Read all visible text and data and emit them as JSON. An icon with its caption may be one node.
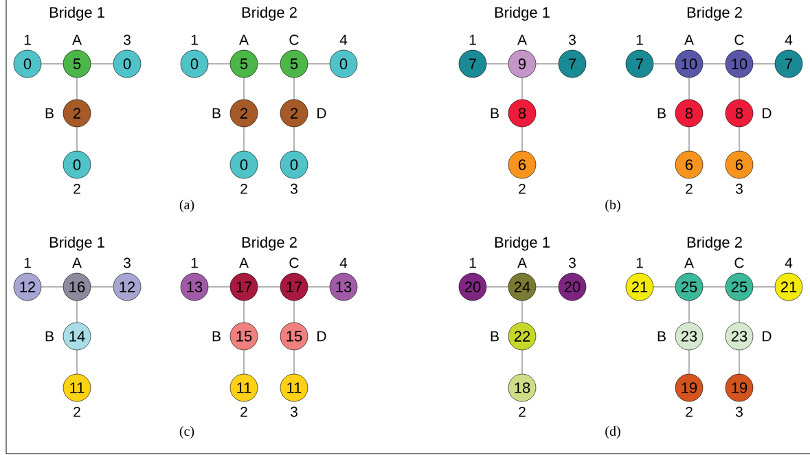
{
  "diagram": {
    "nodes": [
      {
        "text": [
          "0"
        ],
        "beside": [
          "1"
        ]
      },
      {
        "text": [
          "5"
        ],
        "beside": [
          "A"
        ]
      },
      {
        "text": [
          "0"
        ],
        "beside": [
          "3"
        ]
      },
      {
        "text": [
          "2"
        ],
        "beside": [
          "B"
        ]
      },
      {
        "text": [
          "0"
        ],
        "beside": [
          "2"
        ]
      },
      {
        "text": [
          "0"
        ],
        "beside": [
          "1"
        ]
      },
      {
        "text": [
          "5"
        ],
        "beside": [
          "A"
        ]
      },
      {
        "text": [
          "5"
        ],
        "beside": [
          "C"
        ]
      },
      {
        "text": [
          "0"
        ],
        "beside": [
          "4"
        ]
      },
      {
        "text": [
          "2"
        ],
        "beside": [
          "B"
        ]
      },
      {
        "text": [
          "2"
        ],
        "beside": [
          "D"
        ]
      },
      {
        "text": [
          "0"
        ],
        "beside": [
          "2"
        ]
      },
      {
        "text": [
          "0"
        ],
        "beside": [
          "3"
        ]
      },
      {
        "text": [
          "7"
        ],
        "beside": [
          "1"
        ]
      },
      {
        "text": [
          "9"
        ],
        "beside": [
          "A"
        ]
      },
      {
        "text": [
          "7"
        ],
        "beside": [
          "3"
        ]
      },
      {
        "text": [
          "8"
        ],
        "beside": [
          "B"
        ]
      },
      {
        "text": [
          "6"
        ],
        "beside": [
          "2"
        ]
      },
      {
        "text": [
          "7"
        ],
        "beside": [
          "1"
        ]
      },
      {
        "text": [
          "10"
        ],
        "beside": [
          "A"
        ]
      },
      {
        "text": [
          "10"
        ],
        "beside": [
          "C"
        ]
      },
      {
        "text": [
          "7"
        ],
        "beside": [
          "4"
        ]
      },
      {
        "text": [
          "8"
        ],
        "beside": [
          "B"
        ]
      },
      {
        "text": [
          "8"
        ],
        "beside": [
          "D"
        ]
      },
      {
        "text": [
          "6"
        ],
        "beside": [
          "2"
        ]
      },
      {
        "text": [
          "6"
        ],
        "beside": [
          "3"
        ]
      },
      {
        "text": [
          "12"
        ],
        "beside": [
          "1"
        ]
      },
      {
        "text": [
          "16"
        ],
        "beside": [
          "A"
        ]
      },
      {
        "text": [
          "12"
        ],
        "beside": [
          "3"
        ]
      },
      {
        "text": [
          "14"
        ],
        "beside": [
          "B"
        ]
      },
      {
        "text": [
          "11"
        ],
        "beside": [
          "2"
        ]
      },
      {
        "text": [
          "13"
        ],
        "beside": [
          "1"
        ]
      },
      {
        "text": [
          "17"
        ],
        "beside": [
          "A"
        ]
      },
      {
        "text": [
          "17"
        ],
        "beside": [
          "C"
        ]
      },
      {
        "text": [
          "13"
        ],
        "beside": [
          "4"
        ]
      },
      {
        "text": [
          "15"
        ],
        "beside": [
          "B"
        ]
      },
      {
        "text": [
          "15"
        ],
        "beside": [
          "D"
        ]
      },
      {
        "text": [
          "11"
        ],
        "beside": [
          "2"
        ]
      },
      {
        "text": [
          "11"
        ],
        "beside": [
          "3"
        ]
      },
      {
        "text": [
          "20"
        ],
        "beside": [
          "1"
        ]
      },
      {
        "text": [
          "24"
        ],
        "beside": [
          "A"
        ]
      },
      {
        "text": [
          "20"
        ],
        "beside": [
          "3"
        ]
      },
      {
        "text": [
          "22"
        ],
        "beside": [
          "B"
        ]
      },
      {
        "text": [
          "18"
        ],
        "beside": [
          "2"
        ]
      },
      {
        "text": [
          "21"
        ],
        "beside": [
          "1"
        ]
      },
      {
        "text": [
          "25"
        ],
        "beside": [
          "A"
        ]
      },
      {
        "text": [
          "25"
        ],
        "beside": [
          "C"
        ]
      },
      {
        "text": [
          "21"
        ],
        "beside": [
          "4"
        ]
      },
      {
        "text": [
          "23"
        ],
        "beside": [
          "B"
        ]
      },
      {
        "text": [
          "23"
        ],
        "beside": [
          "D"
        ]
      },
      {
        "text": [
          "19"
        ],
        "beside": [
          "2"
        ]
      },
      {
        "text": [
          "19"
        ],
        "beside": [
          "3"
        ]
      }
    ],
    "edges": [
      {
        "from": 0,
        "to": 1,
        "arrow": "none"
      },
      {
        "from": 1,
        "to": 2,
        "arrow": "none"
      },
      {
        "from": 1,
        "to": 3,
        "arrow": "none"
      },
      {
        "from": 3,
        "to": 4,
        "arrow": "none"
      },
      {
        "from": 5,
        "to": 6,
        "arrow": "none"
      },
      {
        "from": 6,
        "to": 7,
        "arrow": "none"
      },
      {
        "from": 7,
        "to": 8,
        "arrow": "none"
      },
      {
        "from": 6,
        "to": 9,
        "arrow": "none"
      },
      {
        "from": 7,
        "to": 10,
        "arrow": "none"
      },
      {
        "from": 9,
        "to": 11,
        "arrow": "none"
      },
      {
        "from": 10,
        "to": 12,
        "arrow": "none"
      },
      {
        "from": 13,
        "to": 14,
        "arrow": "none"
      },
      {
        "from": 14,
        "to": 15,
        "arrow": "none"
      },
      {
        "from": 14,
        "to": 16,
        "arrow": "none"
      },
      {
        "from": 16,
        "to": 17,
        "arrow": "none"
      },
      {
        "from": 18,
        "to": 19,
        "arrow": "none"
      },
      {
        "from": 19,
        "to": 20,
        "arrow": "none"
      },
      {
        "from": 20,
        "to": 21,
        "arrow": "none"
      },
      {
        "from": 19,
        "to": 22,
        "arrow": "none"
      },
      {
        "from": 20,
        "to": 23,
        "arrow": "none"
      },
      {
        "from": 22,
        "to": 24,
        "arrow": "none"
      },
      {
        "from": 23,
        "to": 25,
        "arrow": "none"
      },
      {
        "from": 26,
        "to": 27,
        "arrow": "none"
      },
      {
        "from": 27,
        "to": 28,
        "arrow": "none"
      },
      {
        "from": 27,
        "to": 29,
        "arrow": "none"
      },
      {
        "from": 29,
        "to": 30,
        "arrow": "none"
      },
      {
        "from": 31,
        "to": 32,
        "arrow": "none"
      },
      {
        "from": 32,
        "to": 33,
        "arrow": "none"
      },
      {
        "from": 33,
        "to": 34,
        "arrow": "none"
      },
      {
        "from": 32,
        "to": 35,
        "arrow": "none"
      },
      {
        "from": 33,
        "to": 36,
        "arrow": "none"
      },
      {
        "from": 35,
        "to": 37,
        "arrow": "none"
      },
      {
        "from": 36,
        "to": 38,
        "arrow": "none"
      },
      {
        "from": 39,
        "to": 40,
        "arrow": "none"
      },
      {
        "from": 40,
        "to": 41,
        "arrow": "none"
      },
      {
        "from": 40,
        "to": 42,
        "arrow": "none"
      },
      {
        "from": 42,
        "to": 43,
        "arrow": "none"
      },
      {
        "from": 44,
        "to": 45,
        "arrow": "none"
      },
      {
        "from": 45,
        "to": 46,
        "arrow": "none"
      },
      {
        "from": 46,
        "to": 47,
        "arrow": "none"
      },
      {
        "from": 45,
        "to": 48,
        "arrow": "none"
      },
      {
        "from": 46,
        "to": 49,
        "arrow": "none"
      },
      {
        "from": 48,
        "to": 50,
        "arrow": "none"
      },
      {
        "from": 49,
        "to": 51,
        "arrow": "none"
      }
    ],
    "labels": [
      "Bridge 1",
      "Bridge 2",
      "Bridge 1",
      "Bridge 2",
      "(a)",
      "(b)",
      "Bridge 1",
      "Bridge 2",
      "Bridge 1",
      "Bridge 2",
      "(c)",
      "(d)"
    ]
  }
}
